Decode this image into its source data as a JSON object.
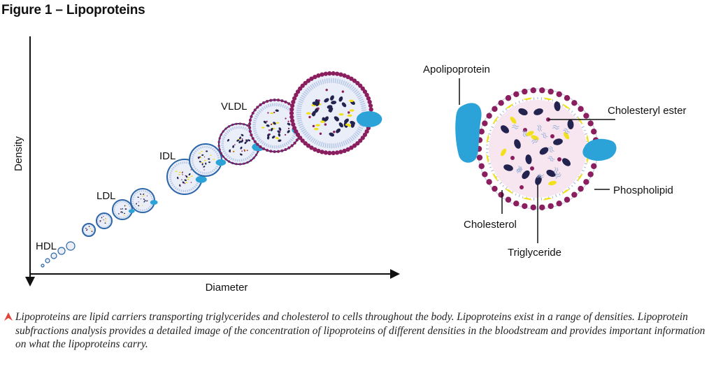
{
  "figure": {
    "title": "Figure 1 – Lipoproteins"
  },
  "chart": {
    "ylabel": "Density",
    "xlabel": "Diameter",
    "class_labels": [
      "HDL",
      "LDL",
      "IDL",
      "VLDL"
    ]
  },
  "particle": {
    "labels": {
      "apolipoprotein": "Apolipoprotein",
      "cholesteryl_ester": "Cholesteryl ester",
      "phospholipid": "Phospholipid",
      "cholesterol": "Cholesterol",
      "triglyceride": "Triglyceride"
    }
  },
  "caption": "Lipoproteins are lipid carriers transporting triglycerides and cholesterol to cells throughout the body. Lipoproteins exist in a range of densities. Lipoprotein subfractions analysis provides a detailed image of the concentration of lipoproteins of different densities in the bloodstream and provides important information on what the lipoproteins carry.",
  "colors": {
    "phospholipid_head": "#8b1e5e",
    "apolipoprotein": "#2ba3d8",
    "triglyceride": "#23234f",
    "cholesterol": "#f2e01a",
    "core": "#f7e6ef",
    "caption_mark": "#e0453a"
  }
}
